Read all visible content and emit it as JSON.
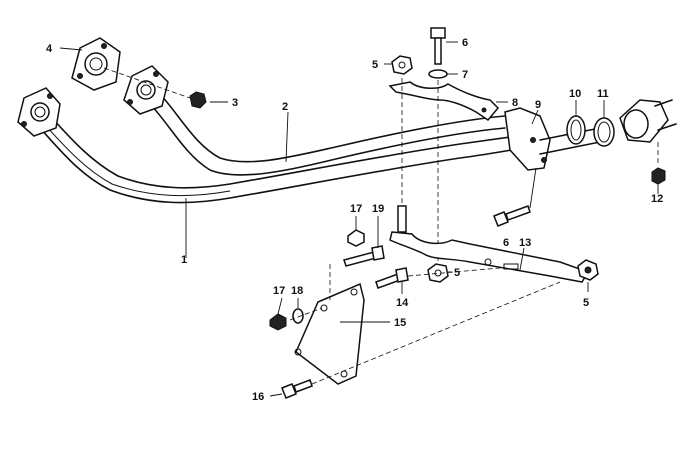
{
  "callouts": [
    {
      "id": "c1",
      "text": "1"
    },
    {
      "id": "c2",
      "text": "2"
    },
    {
      "id": "c3",
      "text": "3"
    },
    {
      "id": "c4",
      "text": "4"
    },
    {
      "id": "c5a",
      "text": "5"
    },
    {
      "id": "c5b",
      "text": "5"
    },
    {
      "id": "c5c",
      "text": "5"
    },
    {
      "id": "c6a",
      "text": "6"
    },
    {
      "id": "c6b",
      "text": "6"
    },
    {
      "id": "c7",
      "text": "7"
    },
    {
      "id": "c8",
      "text": "8"
    },
    {
      "id": "c9",
      "text": "9"
    },
    {
      "id": "c10",
      "text": "10"
    },
    {
      "id": "c11",
      "text": "11"
    },
    {
      "id": "c12",
      "text": "12"
    },
    {
      "id": "c13",
      "text": "13"
    },
    {
      "id": "c14",
      "text": "14"
    },
    {
      "id": "c15",
      "text": "15"
    },
    {
      "id": "c16",
      "text": "16"
    },
    {
      "id": "c17a",
      "text": "17"
    },
    {
      "id": "c17b",
      "text": "17"
    },
    {
      "id": "c18",
      "text": "18"
    },
    {
      "id": "c19",
      "text": "19"
    }
  ]
}
